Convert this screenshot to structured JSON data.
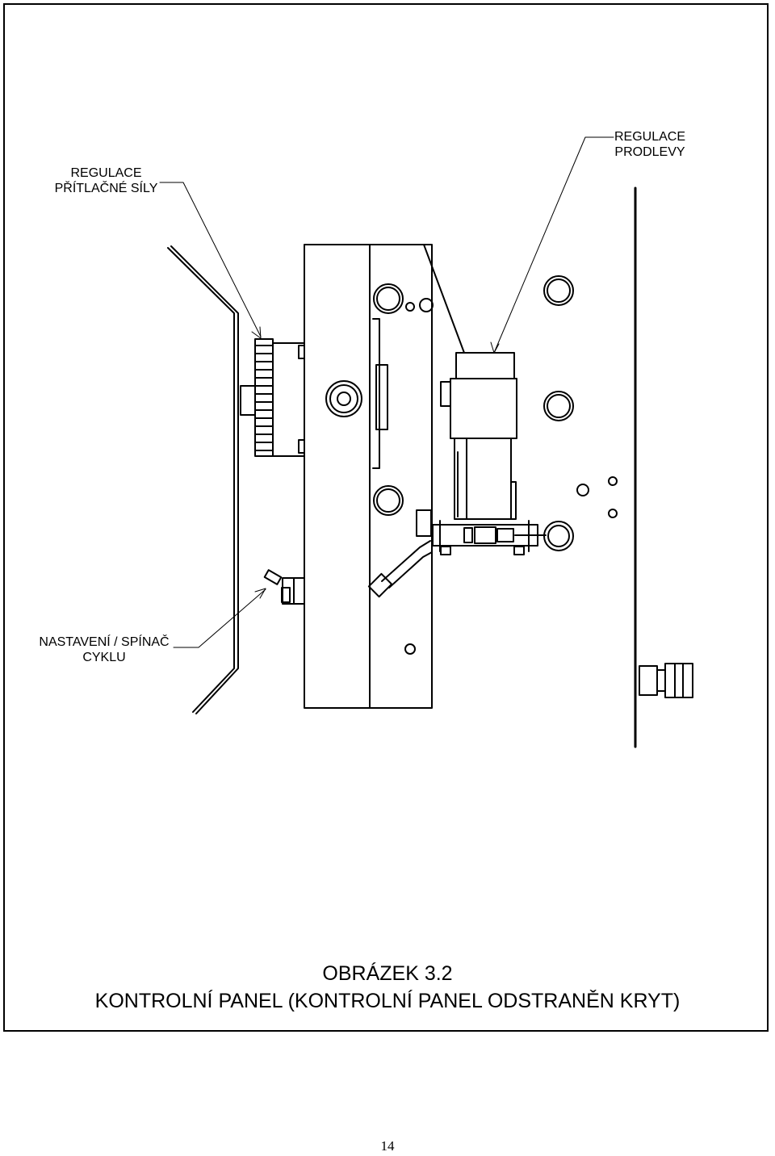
{
  "labels": {
    "force_regulation": "REGULACE\nPŘÍTLAČNÉ SÍLY",
    "delay_regulation": "REGULACE\nPRODLEVY",
    "cycle_switch": "NASTAVENÍ / SPÍNAČ\nCYKLU"
  },
  "caption": {
    "figure_number": "OBRÁZEK 3.2",
    "title": "KONTROLNÍ PANEL (KONTROLNÍ PANEL ODSTRANĚN KRYT)"
  },
  "page_number": "14"
}
